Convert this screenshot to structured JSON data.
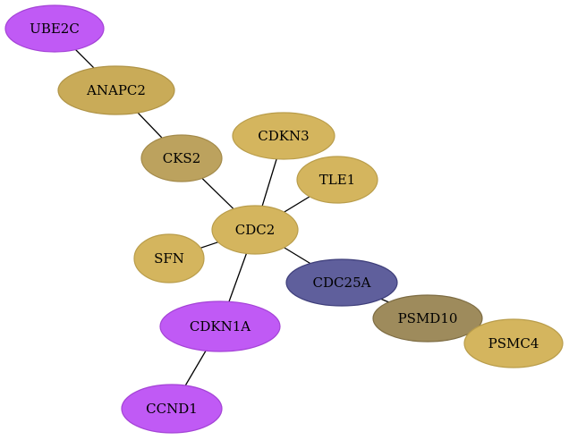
{
  "graph": {
    "nodes": [
      {
        "id": "UBE2C",
        "label": "UBE2C",
        "fill": "#c05af5",
        "stroke": "#a443d6"
      },
      {
        "id": "ANAPC2",
        "label": "ANAPC2",
        "fill": "#c9ab58",
        "stroke": "#b09447"
      },
      {
        "id": "CKS2",
        "label": "CKS2",
        "fill": "#bca25e",
        "stroke": "#a38a4a"
      },
      {
        "id": "CDKN3",
        "label": "CDKN3",
        "fill": "#d4b55e",
        "stroke": "#b99d4b"
      },
      {
        "id": "TLE1",
        "label": "TLE1",
        "fill": "#d4b55e",
        "stroke": "#b99d4b"
      },
      {
        "id": "CDC2",
        "label": "CDC2",
        "fill": "#d4b55e",
        "stroke": "#b99d4b"
      },
      {
        "id": "SFN",
        "label": "SFN",
        "fill": "#d4b55e",
        "stroke": "#b99d4b"
      },
      {
        "id": "CDC25A",
        "label": "CDC25A",
        "fill": "#5f5f9c",
        "stroke": "#3e3e7a"
      },
      {
        "id": "PSMD10",
        "label": "PSMD10",
        "fill": "#9e8b5c",
        "stroke": "#7d6c43"
      },
      {
        "id": "PSMC4",
        "label": "PSMC4",
        "fill": "#d4b55e",
        "stroke": "#b99d4b"
      },
      {
        "id": "CDKN1A",
        "label": "CDKN1A",
        "fill": "#c05af5",
        "stroke": "#a443d6"
      },
      {
        "id": "CCND1",
        "label": "CCND1",
        "fill": "#c05af5",
        "stroke": "#a443d6"
      }
    ],
    "edges": [
      {
        "from": "UBE2C",
        "to": "ANAPC2"
      },
      {
        "from": "ANAPC2",
        "to": "CKS2"
      },
      {
        "from": "CKS2",
        "to": "CDC2"
      },
      {
        "from": "CDKN3",
        "to": "CDC2"
      },
      {
        "from": "TLE1",
        "to": "CDC2"
      },
      {
        "from": "SFN",
        "to": "CDC2"
      },
      {
        "from": "CDC2",
        "to": "CDC25A"
      },
      {
        "from": "CDC25A",
        "to": "PSMD10"
      },
      {
        "from": "PSMD10",
        "to": "PSMC4"
      },
      {
        "from": "CDC2",
        "to": "CDKN1A"
      },
      {
        "from": "CDKN1A",
        "to": "CCND1"
      }
    ]
  }
}
